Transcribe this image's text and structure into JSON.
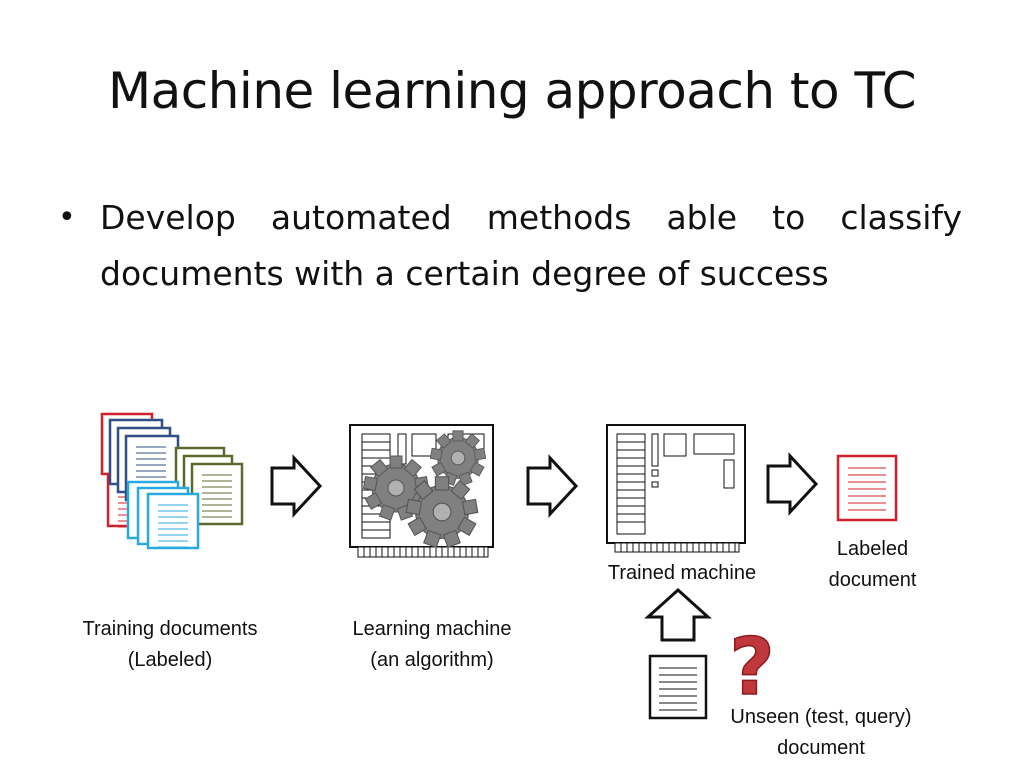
{
  "slide": {
    "title": "Machine learning approach to TC",
    "bullet": "Develop automated methods able to classify documents with a certain degree of success"
  },
  "diagram": {
    "training_docs": {
      "line1": "Training documents",
      "line2": "(Labeled)"
    },
    "learning_machine": {
      "line1": "Learning machine",
      "line2": "(an algorithm)"
    },
    "trained_machine": {
      "line1": "Trained machine"
    },
    "labeled_doc": {
      "line1": "Labeled",
      "line2": "document"
    },
    "unseen_doc": {
      "line1": "Unseen (test, query)",
      "line2": "document"
    },
    "question_mark": "?",
    "colors": {
      "red": "#d0202a",
      "navy": "#2f4f86",
      "olive": "#5b6b2e",
      "cyan": "#29a9e0",
      "gear": "#808080",
      "question": "#c0383c"
    }
  }
}
